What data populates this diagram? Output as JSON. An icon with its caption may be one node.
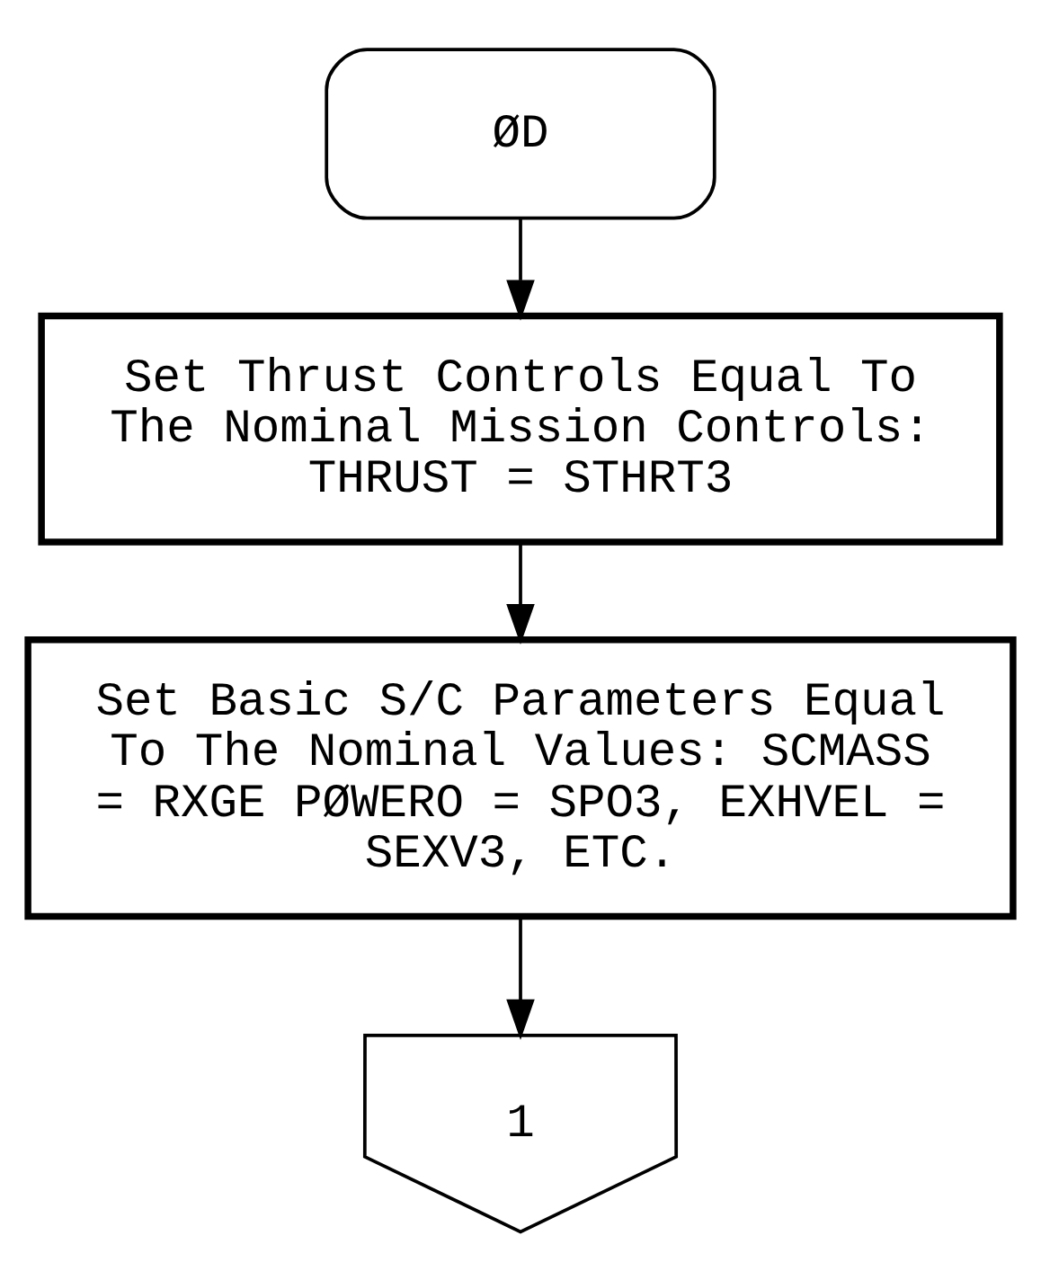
{
  "diagram": {
    "nodes": [
      {
        "text": [
          "ØD"
        ]
      },
      {
        "text": [
          "Set Thrust Controls Equal To The Nominal Mission Controls: THRUST = STHRT3"
        ]
      },
      {
        "text": [
          "Set Basic S/C Parameters Equal To The Nominal Values: SCMASS = RXGE PØWERO = SPO3, EXHVEL = SEXV3, ETC."
        ]
      },
      {
        "text": [
          "1"
        ]
      }
    ],
    "edges": [
      {
        "from": 0,
        "to": 1,
        "arrow": "to"
      },
      {
        "from": 1,
        "to": 2,
        "arrow": "to"
      },
      {
        "from": 2,
        "to": 3,
        "arrow": "to"
      }
    ]
  }
}
